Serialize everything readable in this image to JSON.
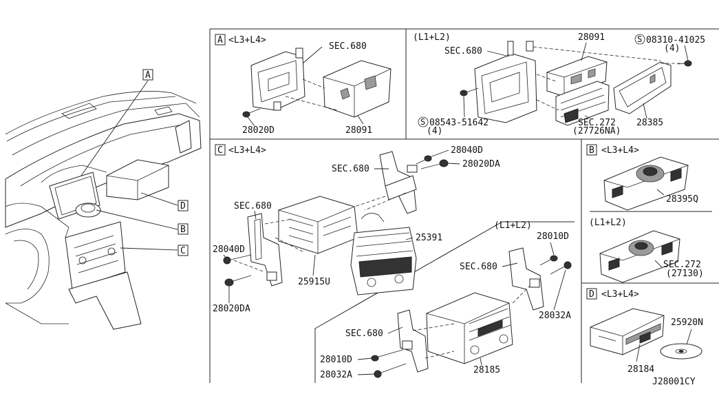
{
  "diagram_id": "J28001CY",
  "callouts": [
    "A",
    "B",
    "C",
    "D"
  ],
  "panel_a": {
    "letter": "A",
    "variant_left": "<L3+L4>",
    "variant_right": "(L1+L2)",
    "left_labels": {
      "sec": "SEC.680",
      "bolt": "28020D",
      "display": "28091"
    },
    "right_labels": {
      "display": "28091",
      "sec": "SEC.680",
      "screw_top": "08310-41025",
      "screw_top_qty": "(4)",
      "screw_bottom": "08543-51642",
      "screw_bottom_qty": "(4)",
      "sec272": "SEC.272",
      "sec272_ref": "(27726NA)",
      "cover": "28385"
    }
  },
  "panel_b": {
    "letter": "B",
    "variant_top": "<L3+L4>",
    "variant_bottom": "(L1+L2)",
    "part_top": "28395Q",
    "sec": "SEC.272",
    "sec_ref": "(27130)"
  },
  "panel_c": {
    "letter": "C",
    "variant": "<L3+L4>",
    "variant_lower": "(L1+L2)",
    "labels": {
      "bolt_d_top": "28040D",
      "sec_top": "SEC.680",
      "bolt_da_top": "28020DA",
      "sec_left": "SEC.680",
      "bolt_d_left": "28040D",
      "bolt_da_left": "28020DA",
      "unit": "25915U",
      "controller": "25391",
      "bolt_10d_top": "28010D",
      "sec_mid": "SEC.680",
      "bolt_32a_right": "28032A",
      "sec_low": "SEC.680",
      "bolt_10d_low": "28010D",
      "bolt_32a_low": "28032A",
      "radio": "28185"
    }
  },
  "panel_d": {
    "letter": "D",
    "variant": "<L3+L4>",
    "drive": "28184",
    "disc": "25920N"
  }
}
